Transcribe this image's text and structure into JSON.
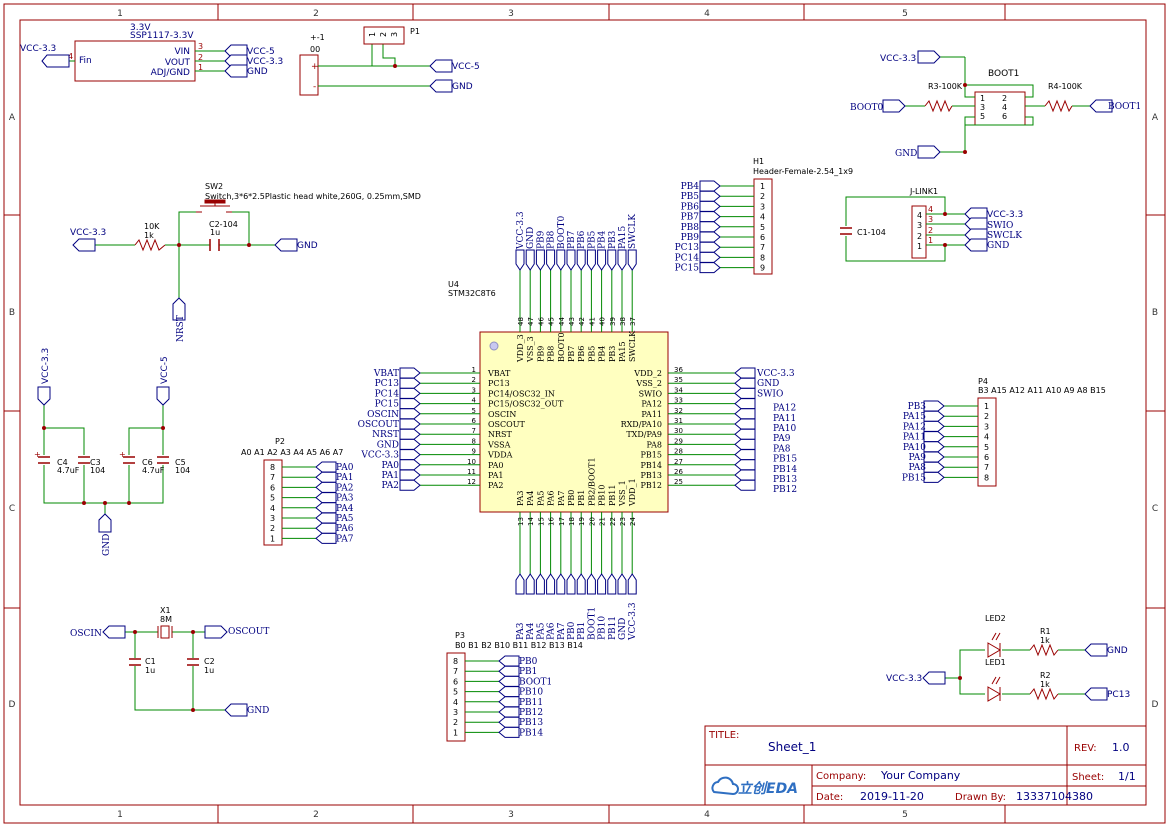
{
  "frame": {
    "columns": [
      "1",
      "2",
      "3",
      "4",
      "5"
    ],
    "rows": [
      "A",
      "B",
      "C",
      "D"
    ]
  },
  "title_block": {
    "title_label": "TITLE:",
    "title": "Sheet_1",
    "rev_label": "REV:",
    "rev": "1.0",
    "company_label": "Company:",
    "company": "Your Company",
    "sheet_label": "Sheet:",
    "sheet": "1/1",
    "date_label": "Date:",
    "date": "2019-11-20",
    "drawn_label": "Drawn By:",
    "drawn_by": "13337104380",
    "logo_text": "立创EDA"
  },
  "regulator": {
    "voltage": "3.3V",
    "part": "SSP1117-3.3V",
    "pin_fin": "Fin",
    "pin_vin": "VIN",
    "pin_vout": "VOUT",
    "pin_adj": "ADJ/GND",
    "fin_num": "4",
    "vin_num": "3",
    "vout_num": "2",
    "adj_num": "1",
    "net_fin": "VCC-3.3",
    "net_vin": "VCC-5",
    "net_vout": "VCC-3.3",
    "net_adj": "GND"
  },
  "power_conn": {
    "ref": "+-1",
    "value": "00",
    "plus": "+",
    "minus": "-",
    "net_plus": "VCC-5",
    "net_minus": "GND"
  },
  "p1": {
    "ref": "P1",
    "pins": [
      "1",
      "2",
      "3"
    ]
  },
  "boot": {
    "ref": "BOOT1",
    "r3": "R3-100K",
    "r4": "R4-100K",
    "net_vcc": "VCC-3.3",
    "net_boot0": "BOOT0",
    "net_boot1": "BOOT1",
    "net_gnd": "GND",
    "pins": [
      "1",
      "2",
      "3",
      "4",
      "5",
      "6"
    ]
  },
  "reset": {
    "sw_ref": "SW2",
    "sw_desc": "Switch,3*6*2.5Plastic head white,260G, 0.25mm,SMD",
    "cap_ref": "C2-104",
    "cap_val": "1u",
    "res_ref": "10K",
    "res_val": "1k",
    "net_vcc": "VCC-3.3",
    "net_gnd": "GND",
    "net_nrst": "NRST"
  },
  "h1": {
    "ref": "H1",
    "value": "Header-Female-2.54_1x9",
    "nets": [
      "PB4",
      "PB5",
      "PB6",
      "PB7",
      "PB8",
      "PB9",
      "PC13",
      "PC14",
      "PC15"
    ],
    "pins": [
      "1",
      "2",
      "3",
      "4",
      "5",
      "6",
      "7",
      "8",
      "9"
    ]
  },
  "jlink": {
    "ref": "J-LINK1",
    "cap": "C1-104",
    "pins": [
      "4",
      "3",
      "2",
      "1"
    ],
    "nets": [
      "VCC-3.3",
      "SWIO",
      "SWCLK",
      "GND"
    ]
  },
  "mcu": {
    "ref": "U4",
    "part": "STM32C8T6",
    "left_nums": [
      "1",
      "2",
      "3",
      "4",
      "5",
      "6",
      "7",
      "8",
      "9",
      "10",
      "11",
      "12"
    ],
    "left_pins": [
      "VBAT",
      "PC13",
      "PC14/OSC32_IN",
      "PC15/OSC32_OUT",
      "OSCIN",
      "OSCOUT",
      "NRST",
      "VSSA",
      "VDDA",
      "PA0",
      "PA1",
      "PA2"
    ],
    "left_nets": [
      "VBAT",
      "PC13",
      "PC14",
      "PC15",
      "OSCIN",
      "OSCOUT",
      "NRST",
      "GND",
      "VCC-3.3",
      "PA0",
      "PA1",
      "PA2"
    ],
    "right_nums": [
      "36",
      "35",
      "34",
      "33",
      "32",
      "31",
      "30",
      "29",
      "28",
      "27",
      "26",
      "25"
    ],
    "right_pins": [
      "VDD_2",
      "VSS_2",
      "SWIO",
      "PA12",
      "PA11",
      "RXD/PA10",
      "TXD/PA9",
      "PA8",
      "PB15",
      "PB14",
      "PB13",
      "PB12"
    ],
    "right_nets": [
      "VCC-3.3",
      "GND",
      "SWIO",
      "PA12",
      "PA11",
      "PA10",
      "PA9",
      "PA8",
      "PB15",
      "PB14",
      "PB13",
      "PB12"
    ],
    "top_nums": [
      "48",
      "47",
      "46",
      "45",
      "44",
      "43",
      "42",
      "41",
      "40",
      "39",
      "38",
      "37"
    ],
    "top_pins": [
      "VDD_3",
      "VSS_3",
      "PB9",
      "PB8",
      "BOOT0",
      "PB7",
      "PB6",
      "PB5",
      "PB4",
      "PB3",
      "PA15",
      "SWCLK"
    ],
    "top_nets": [
      "VCC-3.3",
      "GND",
      "PB9",
      "PB8",
      "BOOT0",
      "PB7",
      "PB6",
      "PB5",
      "PB4",
      "PB3",
      "PA15",
      "SWCLK"
    ],
    "bottom_nums": [
      "13",
      "14",
      "15",
      "16",
      "17",
      "18",
      "19",
      "20",
      "21",
      "22",
      "23",
      "24"
    ],
    "bottom_pins": [
      "PA3",
      "PA4",
      "PA5",
      "PA6",
      "PA7",
      "PB0",
      "PB1",
      "PB2/BOOT1",
      "PB10",
      "PB11",
      "VSS_1",
      "VDD_1"
    ],
    "bottom_nets": [
      "PA3",
      "PA4",
      "PA5",
      "PA6",
      "PA7",
      "PB0",
      "PB1",
      "BOOT1",
      "PB10",
      "PB11",
      "GND",
      "VCC-3.3"
    ]
  },
  "caps_power": {
    "net_33": "VCC-3.3",
    "net_5": "VCC-5",
    "net_gnd": "GND",
    "c4": "C4",
    "c4v": "4.7uF",
    "c3": "C3",
    "c3v": "104",
    "c6": "C6",
    "c6v": "4.7uF",
    "c5": "C5",
    "c5v": "104",
    "plus": "+"
  },
  "p2": {
    "ref": "P2",
    "header": "A0 A1 A2 A3 A4 A5 A6 A7",
    "pins": [
      "8",
      "7",
      "6",
      "5",
      "4",
      "3",
      "2",
      "1"
    ],
    "nets": [
      "PA0",
      "PA1",
      "PA2",
      "PA3",
      "PA4",
      "PA5",
      "PA6",
      "PA7"
    ]
  },
  "p3": {
    "ref": "P3",
    "header": "B0 B1 B2 B10 B11 B12 B13 B14",
    "pins": [
      "8",
      "7",
      "6",
      "5",
      "4",
      "3",
      "2",
      "1"
    ],
    "nets": [
      "PB0",
      "PB1",
      "BOOT1",
      "PB10",
      "PB11",
      "PB12",
      "PB13",
      "PB14"
    ]
  },
  "p4": {
    "ref": "P4",
    "header": "B3 A15 A12 A11 A10 A9 A8 B15",
    "pins": [
      "1",
      "2",
      "3",
      "4",
      "5",
      "6",
      "7",
      "8"
    ],
    "nets": [
      "PB3",
      "PA15",
      "PA12",
      "PA11",
      "PA10",
      "PA9",
      "PA8",
      "PB15"
    ]
  },
  "crystal": {
    "ref": "X1",
    "value": "8M",
    "c1": "C1",
    "c1v": "1u",
    "c2": "C2",
    "c2v": "1u",
    "net_in": "OSCIN",
    "net_out": "OSCOUT",
    "net_gnd": "GND"
  },
  "leds": {
    "led2": "LED2",
    "led1": "LED1",
    "r1": "R1",
    "r1v": "1k",
    "r2": "R2",
    "r2v": "1k",
    "net_vcc": "VCC-3.3",
    "net_gnd": "GND",
    "net_pc13": "PC13"
  }
}
